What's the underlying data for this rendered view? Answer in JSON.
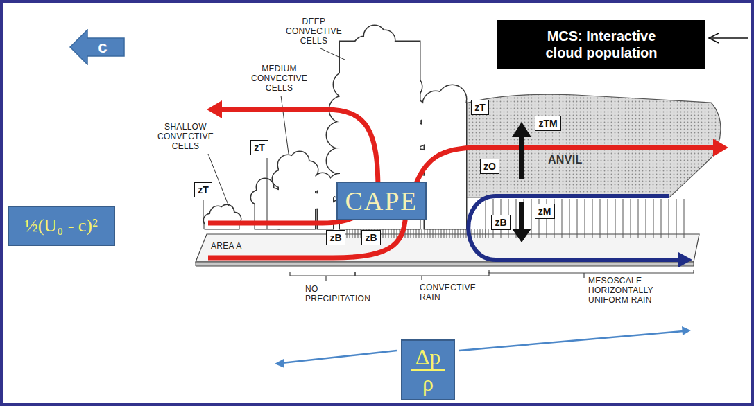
{
  "diagram": {
    "nodes": [
      {
        "text": [
          "c"
        ]
      },
      {
        "text": [
          "MCS: Interactive cloud population"
        ]
      },
      {
        "text": [
          "zT"
        ]
      },
      {
        "text": [
          "zTM"
        ]
      },
      {
        "text": [
          "zT"
        ]
      },
      {
        "text": [
          "zO"
        ]
      },
      {
        "text": [
          "zT"
        ]
      },
      {
        "text": [
          "CAPE"
        ]
      },
      {
        "text": [
          "zM"
        ]
      },
      {
        "text": [
          "½(U₀ - c)²"
        ]
      },
      {
        "text": [
          "zB"
        ]
      },
      {
        "text": [
          "zB"
        ]
      },
      {
        "text": [
          "zB"
        ]
      },
      {
        "text": [
          "Δp",
          "ρ"
        ]
      }
    ],
    "labels": [
      "DEEP CONVECTIVE CELLS",
      "MEDIUM CONVECTIVE CELLS",
      "SHALLOW CONVECTIVE CELLS",
      "ANVIL",
      "AREA A",
      "NO PRECIPITATION",
      "CONVECTIVE RAIN",
      "MESOSCALE HORIZONTALLY UNIFORM RAIN"
    ]
  }
}
